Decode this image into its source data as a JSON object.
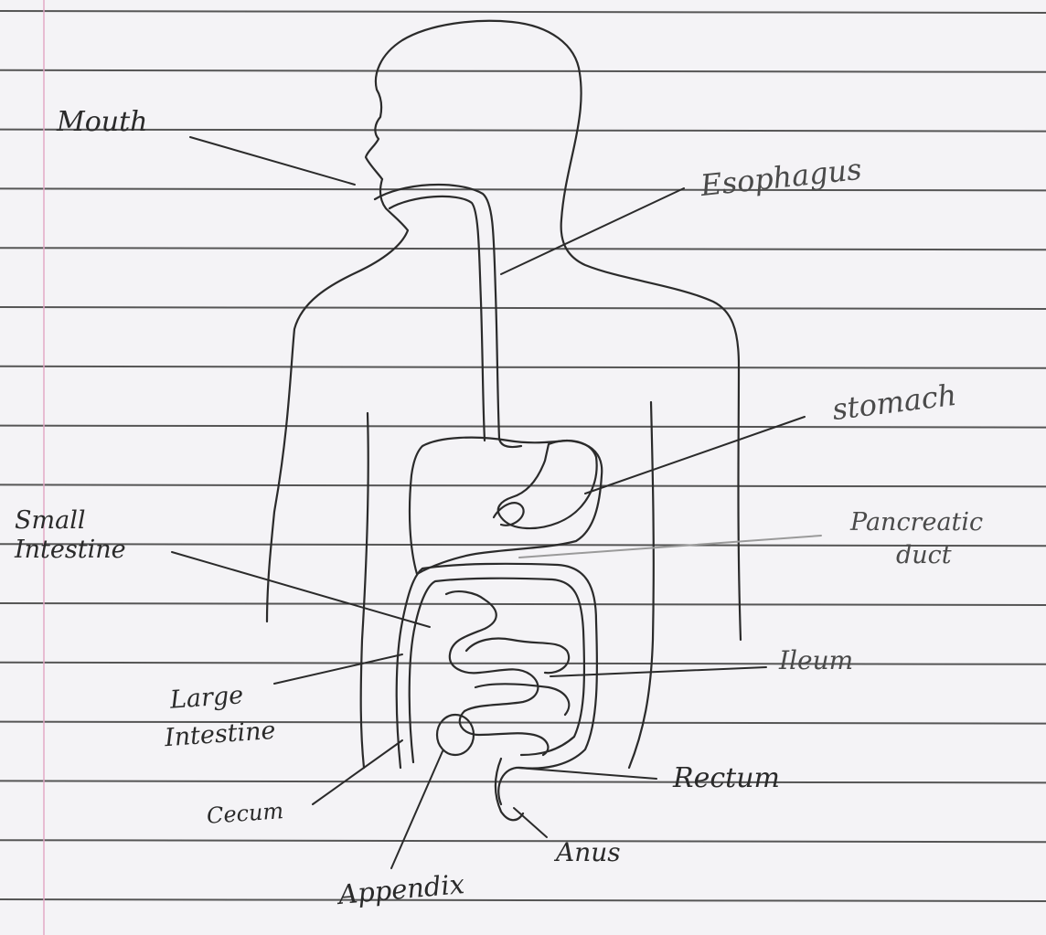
{
  "labels": {
    "mouth": "Mouth",
    "esophagus": "Esophagus",
    "stomach": "stomach",
    "small_intestine_line1": "Small",
    "small_intestine_line2": "Intestine",
    "pancreatic_duct_line1": "Pancreatic",
    "pancreatic_duct_line2": "duct",
    "ileum": "Ileum",
    "large_intestine_line1": "Large",
    "large_intestine_line2": "Intestine",
    "rectum": "Rectum",
    "cecum": "Cecum",
    "anus": "Anus",
    "appendix": "Appendix"
  },
  "colors": {
    "paper": "#f4f3f6",
    "ruled_line": "#3a3a3a",
    "margin_line": "#e2a6c4",
    "ink": "#2b2b2b",
    "faint_ink": "#9a9a9a"
  }
}
